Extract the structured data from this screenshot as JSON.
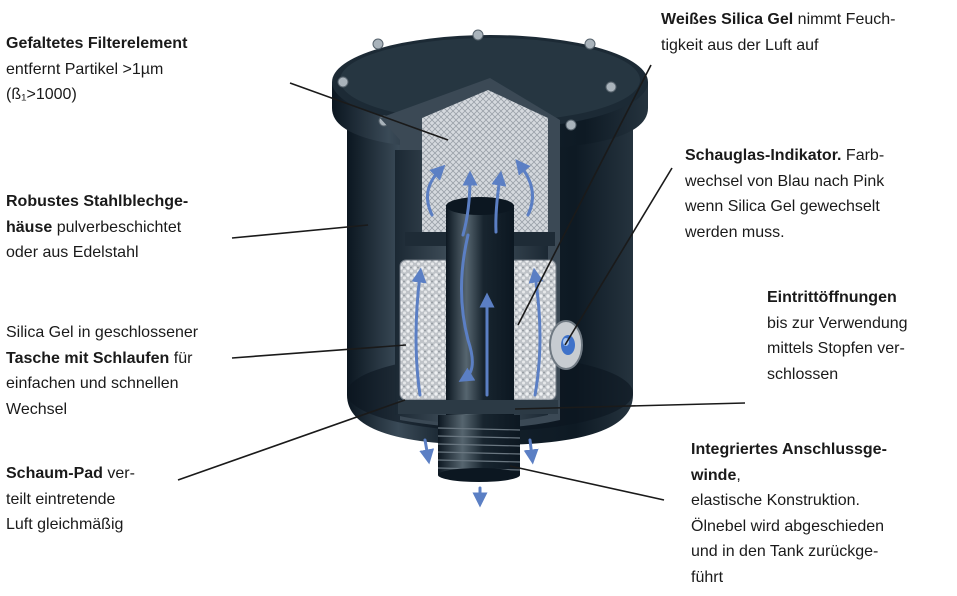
{
  "labels": {
    "filter_element": {
      "bold": "Gefaltetes Filterelement",
      "line2": "entfernt Partikel >1µm",
      "line3": "(ß₁>1000)"
    },
    "housing": {
      "bold1": "Robustes Stahlblechge-",
      "bold2": "häuse",
      "rest2": " pulverbeschichtet",
      "line3": "oder aus Edelstahl"
    },
    "silica_bag": {
      "line1": "Silica Gel in geschlossener",
      "bold2": "Tasche mit Schlaufen",
      "rest2": " für",
      "line3": "einfachen und schnellen",
      "line4": "Wechsel"
    },
    "foam_pad": {
      "bold1": "Schaum-Pad",
      "rest1": " ver-",
      "line2": "teilt eintretende",
      "line3": "Luft gleichmäßig"
    },
    "white_silica": {
      "bold1": "Weißes Silica Gel",
      "rest1": " nimmt Feuch-",
      "line2": "tigkeit aus der Luft auf"
    },
    "sight_glass": {
      "bold1": "Schauglas-Indikator.",
      "rest1": " Farb-",
      "line2": "wechsel von Blau nach Pink",
      "line3": "wenn Silica Gel gewechselt",
      "line4": "werden muss."
    },
    "inlet": {
      "bold1": "Eintrittöffnungen",
      "line2": "bis zur Verwendung",
      "line3": "mittels Stopfen ver-",
      "line4": "schlossen"
    },
    "thread": {
      "bold1": "Integriertes Anschlussge-",
      "bold2": "winde",
      "rest2": ",",
      "line3": "elastische Konstruktion.",
      "line4": "Ölnebel wird abgeschieden",
      "line5": "und in den Tank zurückge-",
      "line6": "führt"
    }
  },
  "colors": {
    "body_dark": "#0e1a24",
    "body_mid": "#2e3d4a",
    "highlight": "#7f8e9a",
    "filter_pleats": "#c9cdd2",
    "arrow_blue": "#5b7fc4",
    "silica": "#d8dadd",
    "leader_line": "#1a1a1a"
  }
}
